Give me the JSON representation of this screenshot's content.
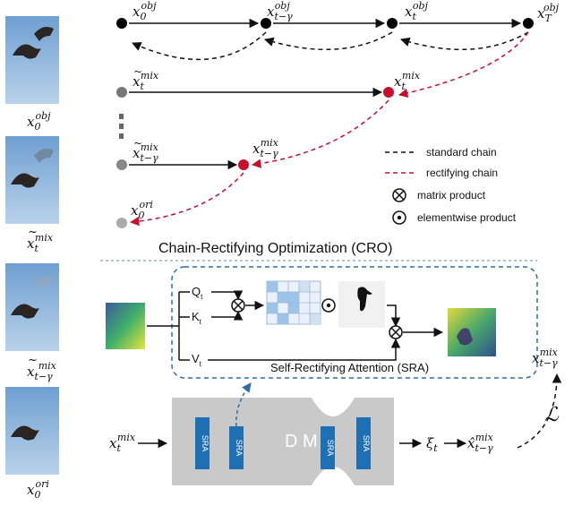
{
  "colors": {
    "standard_chain": "#111111",
    "rectifying_chain": "#c8102e",
    "sra_block": "#1f6fb5",
    "dm_body": "#c9c9c9",
    "sra_box_border": "#2c6fa6",
    "sky": "#8fb3d9"
  },
  "panels": [
    {
      "base": "x",
      "sub": "0",
      "sup": "obj",
      "accent": ""
    },
    {
      "base": "x",
      "sub": "t",
      "sup": "mix",
      "accent": "~"
    },
    {
      "base": "x",
      "sub": "t−γ",
      "sup": "mix",
      "accent": "~"
    },
    {
      "base": "x",
      "sub": "0",
      "sup": "ori",
      "accent": ""
    }
  ],
  "top_chain": [
    {
      "base": "x",
      "sub": "0",
      "sup": "obj"
    },
    {
      "base": "x",
      "sub": "t−γ",
      "sup": "obj"
    },
    {
      "base": "x",
      "sub": "t",
      "sup": "obj"
    },
    {
      "base": "x",
      "sub": "T",
      "sup": "obj"
    }
  ],
  "mix_nodes": {
    "xt_mix": {
      "base": "x",
      "sub": "t",
      "sup": "mix"
    },
    "xt_mix_tilde": {
      "base": "x",
      "sub": "t",
      "sup": "mix"
    },
    "xtg_mix_tilde": {
      "base": "x",
      "sub": "t−γ",
      "sup": "mix"
    },
    "xtg_mix": {
      "base": "x",
      "sub": "t−γ",
      "sup": "mix"
    },
    "x0_ori": {
      "base": "x",
      "sub": "0",
      "sup": "ori"
    }
  },
  "legend": {
    "standard": "standard chain",
    "rectifying": "rectifying chain",
    "matrix": "matrix product",
    "elementwise": "elementwise product"
  },
  "cro_title": "Chain-Rectifying Optimization (CRO)",
  "sra": {
    "title": "Self-Rectifying Attention (SRA)",
    "q": {
      "base": "Q",
      "sub": "t"
    },
    "k": {
      "base": "K",
      "sub": "t"
    },
    "v": {
      "base": "V",
      "sub": "t"
    }
  },
  "dm": {
    "label": "D M",
    "blocks": [
      "SRA",
      "SRA",
      "SRA",
      "SRA"
    ]
  },
  "bottom": {
    "input": {
      "base": "x",
      "sub": "t",
      "sup": "mix"
    },
    "xi": {
      "base": "ξ",
      "sub": "t"
    },
    "xhat": {
      "base": "x̂",
      "sub": "t−γ",
      "sup": "mix"
    },
    "target": {
      "base": "x",
      "sub": "t−γ",
      "sup": "mix"
    },
    "loss": "ℒ"
  }
}
